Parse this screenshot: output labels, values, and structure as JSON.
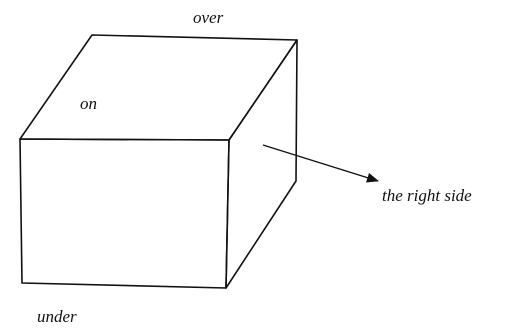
{
  "labels": {
    "over": "over",
    "on": "on",
    "right_side": "the right side",
    "under": "under"
  },
  "colors": {
    "ink": "#111111",
    "background": "#ffffff"
  }
}
